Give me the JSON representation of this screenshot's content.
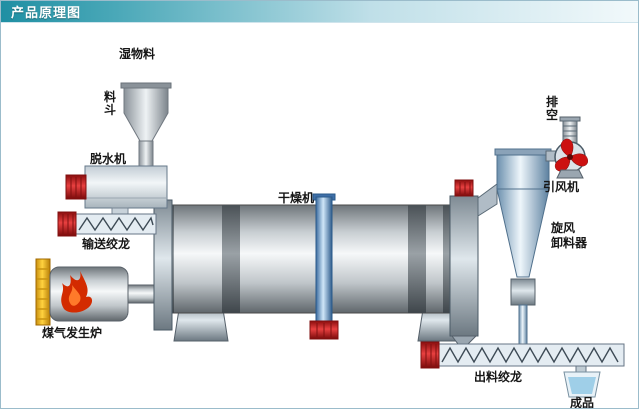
{
  "header": {
    "title": "产品原理图"
  },
  "labels": {
    "wet_material": "湿物料",
    "hopper_line1": "料",
    "hopper_line2": "斗",
    "dehydrator": "脱水机",
    "feed_screw": "输送绞龙",
    "gas_furnace": "煤气发生炉",
    "dryer": "干燥机",
    "vent_line1": "排",
    "vent_line2": "空",
    "draft_fan": "引风机",
    "cyclone_line1": "旋风",
    "cyclone_line2": "卸料器",
    "discharge_screw": "出料绞龙",
    "product": "成品"
  },
  "colors": {
    "header_teal": "#1f8fa3",
    "motor_red": "#cc1111",
    "flame_red": "#d32b00",
    "furnace_yellow": "#f5c52a",
    "support_column_blue": "#3a6a9e",
    "cyclone_steel": "#6c90ae"
  }
}
